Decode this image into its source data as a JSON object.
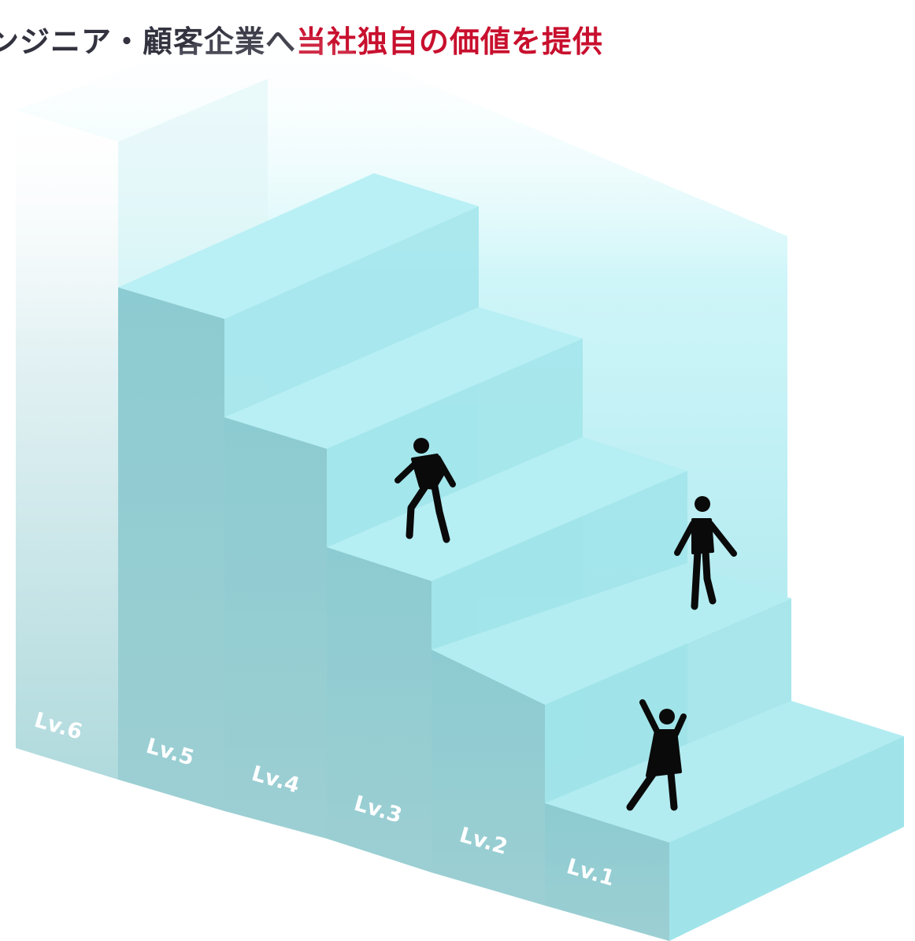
{
  "heading": {
    "prefix": "ンジニア・顧客企業へ",
    "highlight": "当社独自の価値を提供",
    "prefix_color": "#333340",
    "highlight_color": "#c8102e"
  },
  "levels": [
    "Lv.6",
    "Lv.5",
    "Lv.4",
    "Lv.3",
    "Lv.2",
    "Lv.1"
  ],
  "colors": {
    "step_top": "#b4eef4",
    "step_front": "#88c8ce",
    "step_side": "#9fe3ea",
    "figure": "#0a0a0a"
  },
  "figures": [
    {
      "name": "walking-person-icon",
      "level": "Lv.3"
    },
    {
      "name": "stepping-person-icon",
      "level": "Lv.2"
    },
    {
      "name": "cheering-person-icon",
      "level": "Lv.1"
    }
  ]
}
